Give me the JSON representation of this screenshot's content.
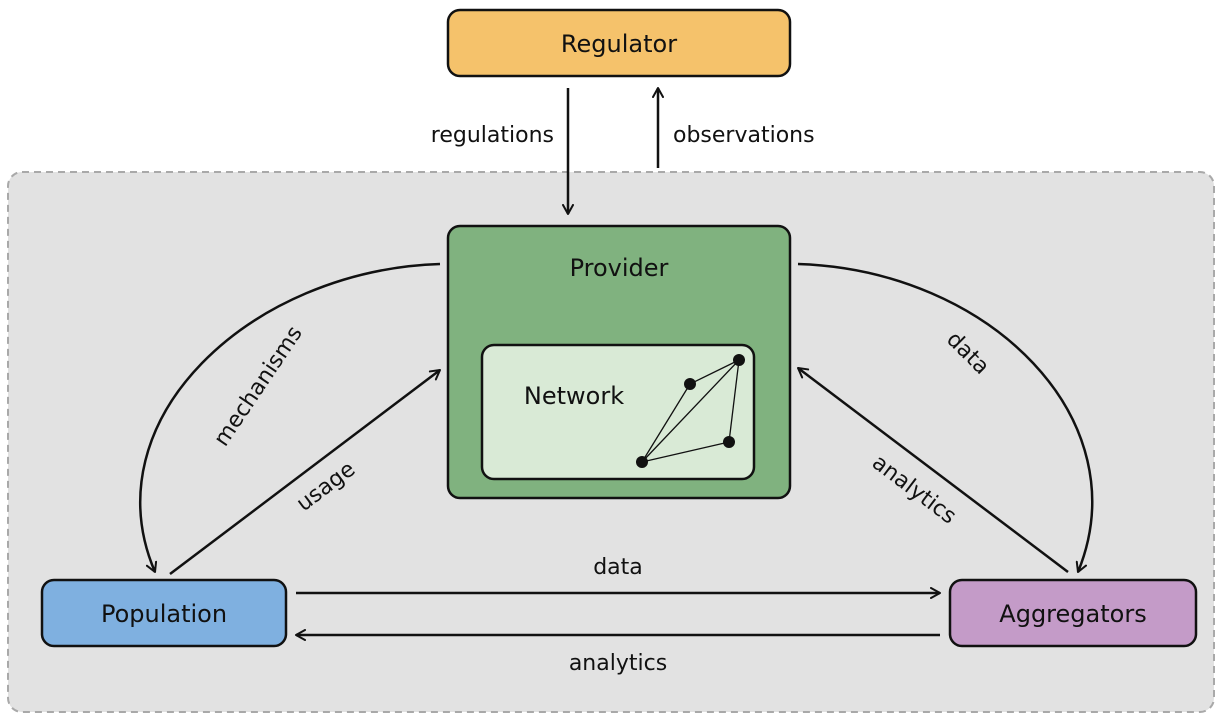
{
  "nodes": {
    "regulator": {
      "label": "Regulator",
      "fill": "#f5c26b"
    },
    "provider": {
      "label": "Provider",
      "fill": "#80b27f"
    },
    "network": {
      "label": "Network",
      "fill": "#d9ead6"
    },
    "population": {
      "label": "Population",
      "fill": "#7fb0e0"
    },
    "aggregators": {
      "label": "Aggregators",
      "fill": "#c49bc8"
    }
  },
  "edges": {
    "regulations": "regulations",
    "observations": "observations",
    "mechanisms": "mechanisms",
    "usage": "usage",
    "provider_data": "data",
    "aggregator_analytics": "analytics",
    "population_data": "data",
    "population_analytics": "analytics"
  },
  "colors": {
    "ecosystem_bg": "#e2e2e2",
    "ecosystem_border": "#a9a9a9",
    "stroke": "#111111"
  }
}
